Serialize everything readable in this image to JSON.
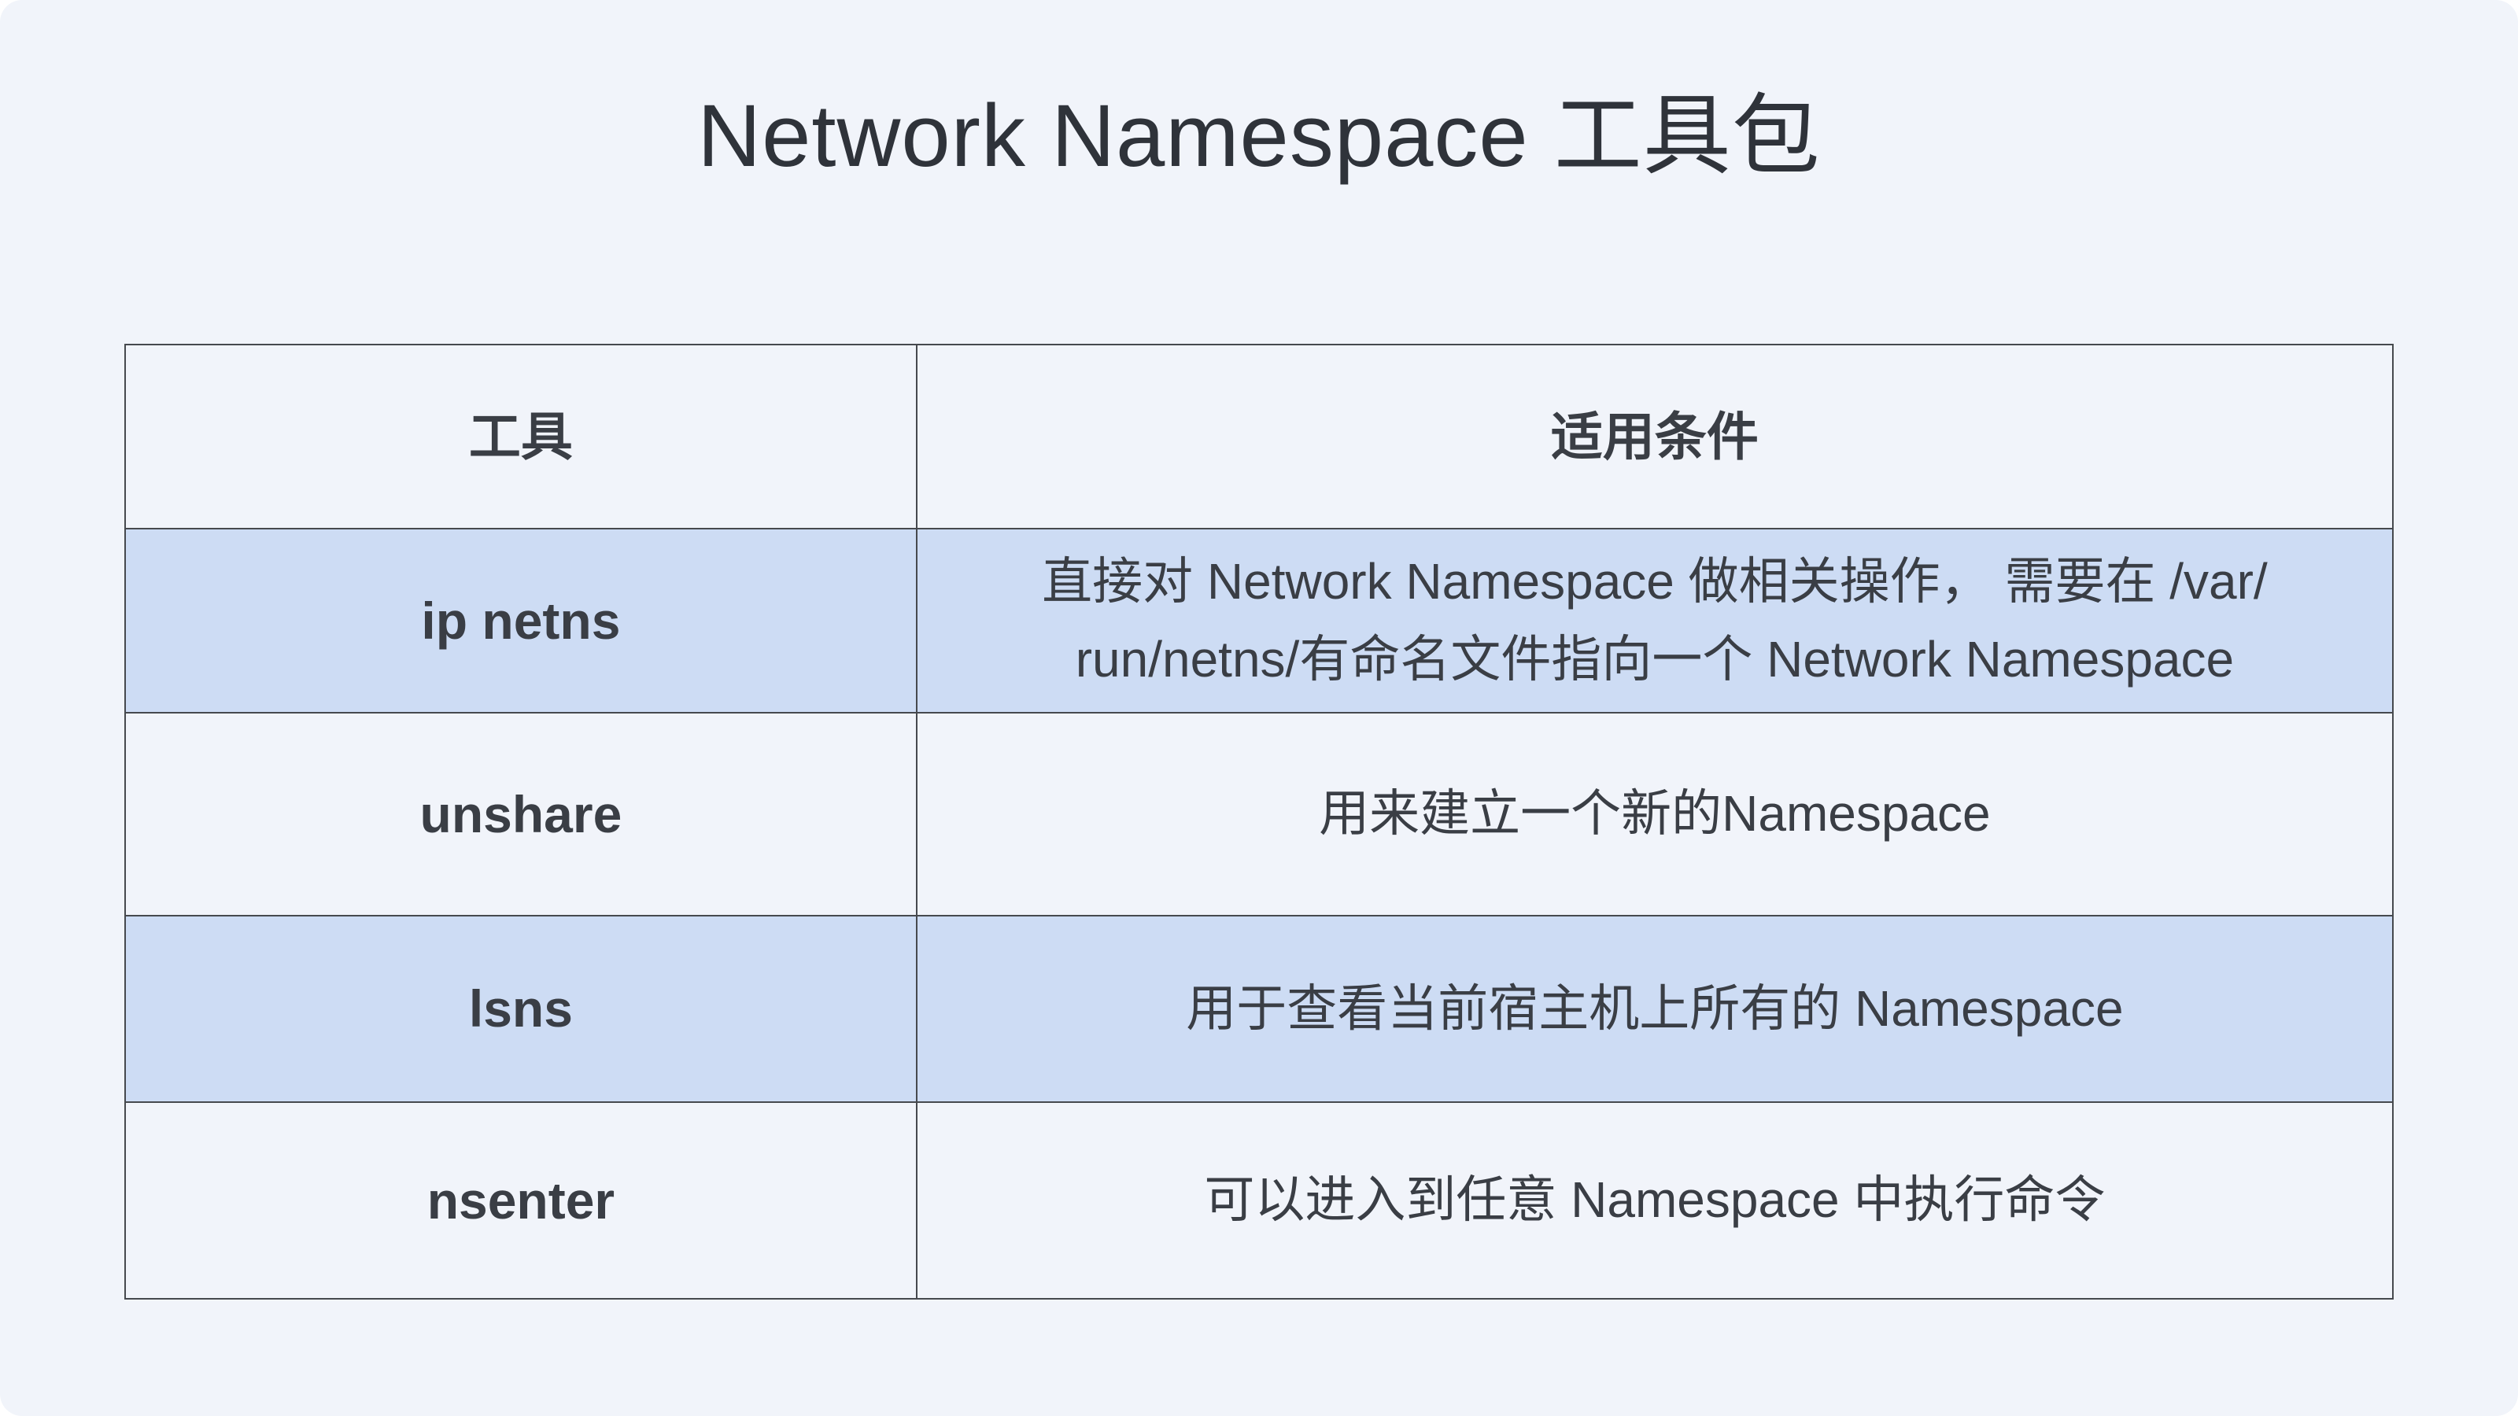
{
  "page": {
    "title": "Network Namespace 工具包",
    "background_color": "#f1f4fa",
    "highlight_row_color": "#cddcf4",
    "border_color": "#46494e",
    "text_color": "#3a3e45"
  },
  "table": {
    "columns": [
      {
        "label": "工具"
      },
      {
        "label": "适用条件"
      }
    ],
    "rows": [
      {
        "tool": "ip netns",
        "condition": "直接对 Network Namespace 做相关操作， 需要在 /var/\nrun/netns/有命名文件指向一个 Network Namespace",
        "highlighted": true
      },
      {
        "tool": "unshare",
        "condition": "用来建立一个新的Namespace",
        "highlighted": false
      },
      {
        "tool": "lsns",
        "condition": "用于查看当前宿主机上所有的 Namespace",
        "highlighted": true
      },
      {
        "tool": "nsenter",
        "condition": "可以进入到任意 Namespace 中执行命令",
        "highlighted": false
      }
    ]
  }
}
